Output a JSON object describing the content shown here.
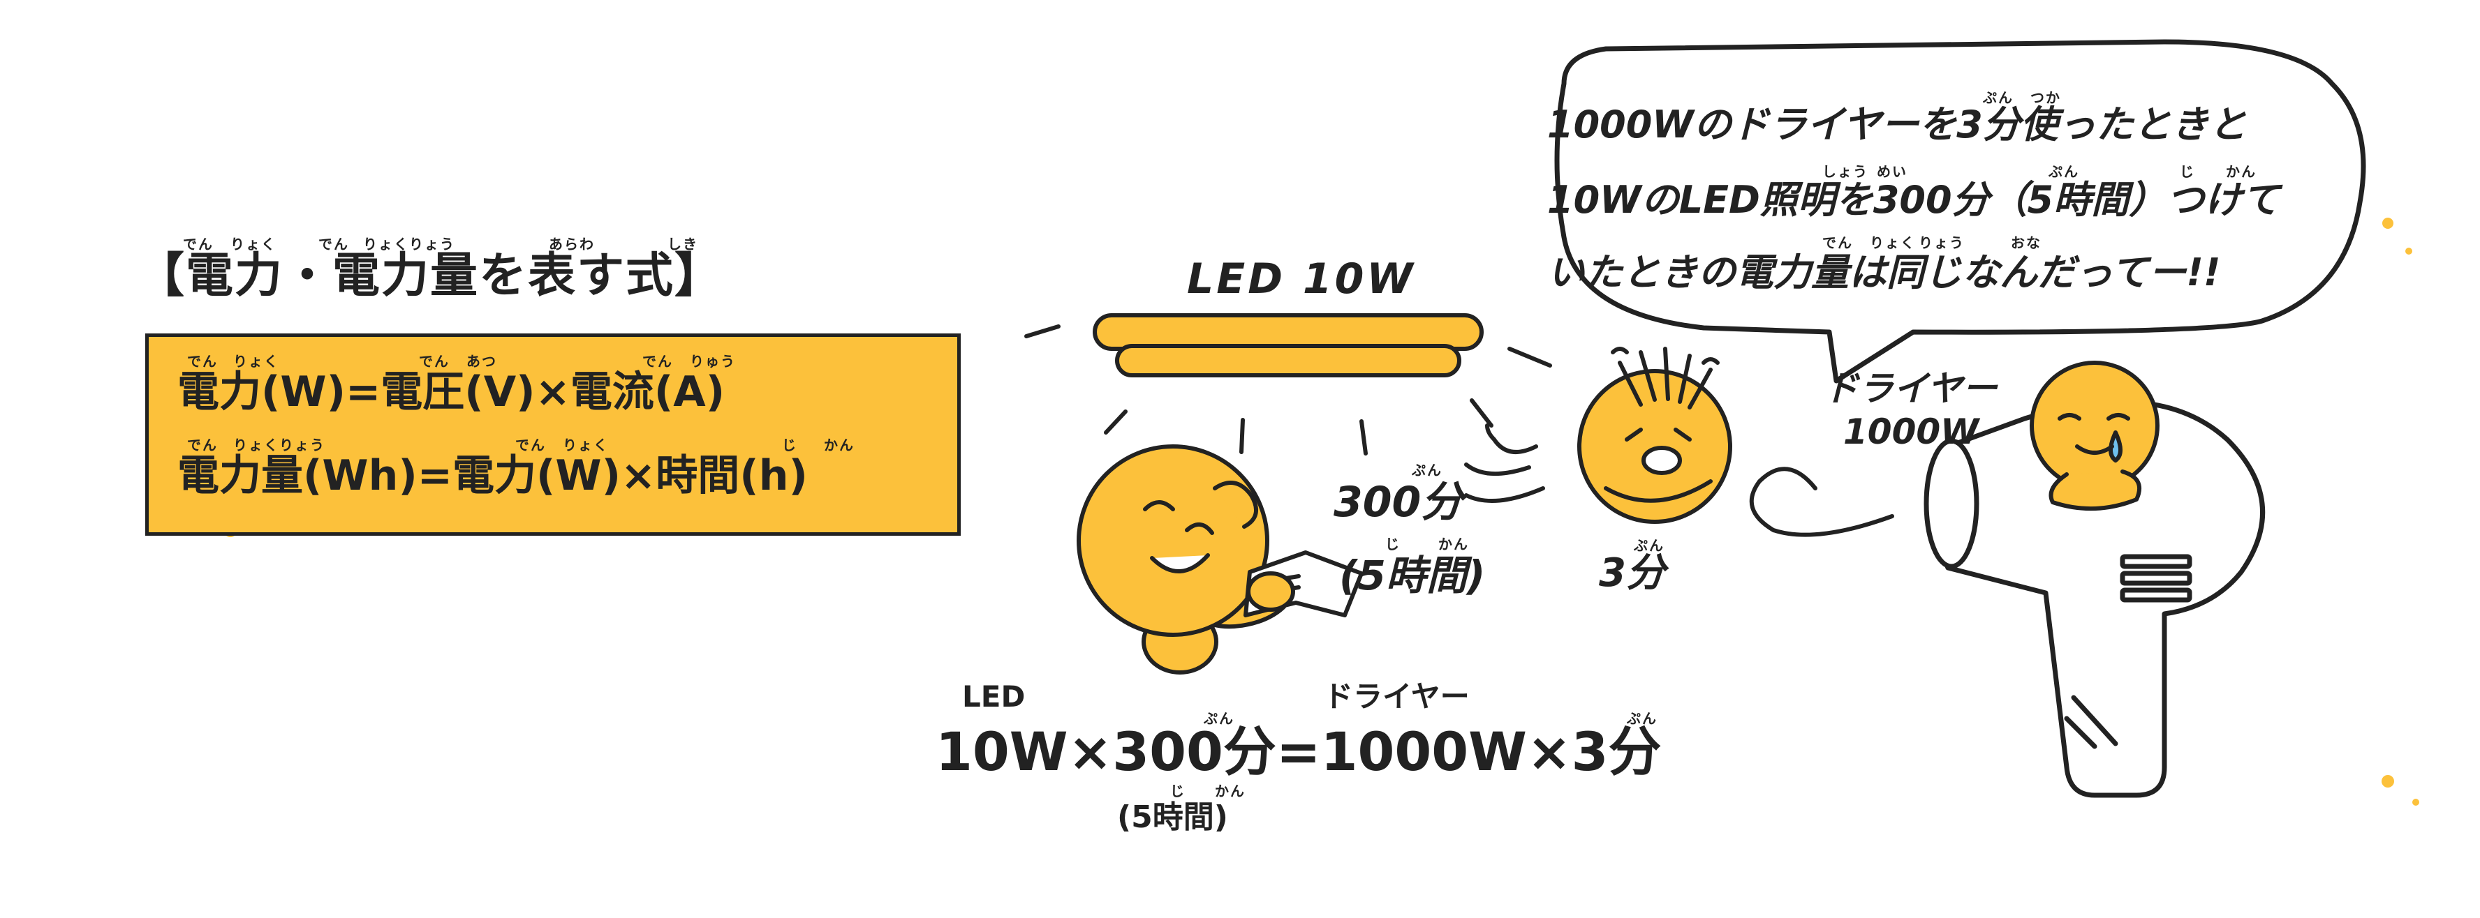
{
  "colors": {
    "accent_yellow": "#fcc13b",
    "ink": "#222222",
    "character_yellow": "#fcc13b",
    "dryer_white": "#ffffff"
  },
  "heading": {
    "text": "【電力・電力量を表す式】",
    "furigana": [
      "でん",
      "りょく",
      "でん",
      "りょく",
      "りょう",
      "あらわ",
      "しき"
    ]
  },
  "formulas": {
    "line1": "電力(W)=電圧(V)×電流(A)",
    "line1_furigana": [
      "でん",
      "りょく",
      "でん",
      "あつ",
      "でん",
      "りゅう"
    ],
    "line2": "電力量(Wh)=電力(W)×時間(h)",
    "line2_furigana": [
      "でん",
      "りょく",
      "りょう",
      "でん",
      "りょく",
      "じ",
      "かん"
    ]
  },
  "lamp": {
    "label": "LED 10W"
  },
  "reader": {
    "duration": "300分",
    "duration_furigana": "ぷん",
    "duration_hours": "(5時間)",
    "duration_hours_furigana": [
      "じ",
      "かん"
    ]
  },
  "dried_character": {
    "duration": "3分",
    "duration_furigana": "ぷん"
  },
  "dryer": {
    "label_line1": "ドライヤー",
    "label_line2": "1000W"
  },
  "speech_bubble": {
    "line1": "1000Wのドライヤーを3分使ったときと",
    "line1_furigana": [
      "ぷん",
      "つか"
    ],
    "line2": "10WのLED照明を300分（5時間）つけて",
    "line2_furigana": [
      "しょう",
      "めい",
      "ぷん",
      "じ",
      "かん"
    ],
    "line3": "いたときの電力量は同じなんだってー!!",
    "line3_furigana": [
      "でん",
      "りょく",
      "りょう",
      "おな"
    ]
  },
  "equation": {
    "label_led": "LED",
    "label_dryer": "ドライヤー",
    "text": "10W×300分=1000W×3分",
    "furigana_1": "ぷん",
    "furigana_2": "ぷん",
    "sub": "(5時間)",
    "sub_furigana": [
      "じ",
      "かん"
    ]
  }
}
